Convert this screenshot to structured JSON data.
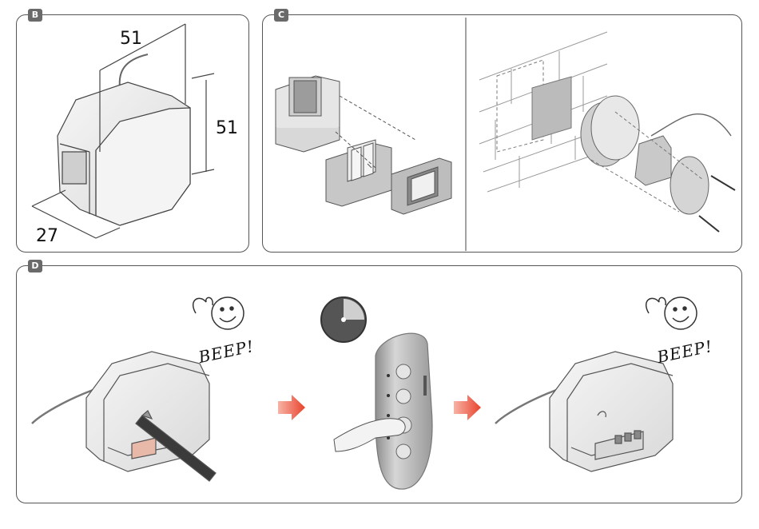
{
  "panels": {
    "b": {
      "label": "B"
    },
    "c": {
      "label": "C"
    },
    "d": {
      "label": "D"
    }
  },
  "dimensions": {
    "width": "51",
    "height": "51",
    "depth": "27"
  },
  "sounds": {
    "beep_1": "BEEP!",
    "beep_2": "BEEP!"
  },
  "colors": {
    "outline": "#555555",
    "arrow": "#e8432c",
    "device": "#eeeeee",
    "remote": "#b9b9b9"
  }
}
